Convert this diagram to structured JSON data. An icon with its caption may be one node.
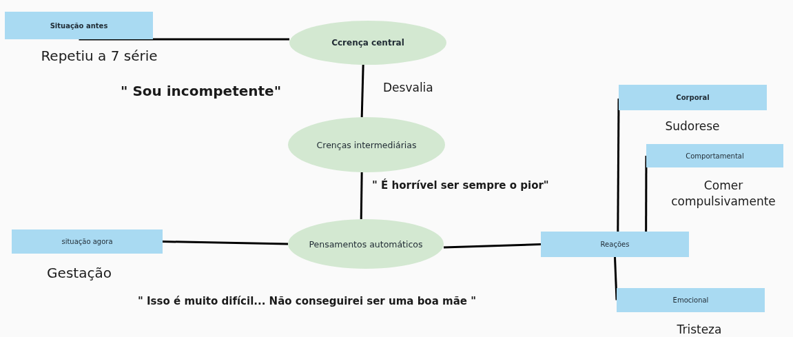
{
  "diagram": {
    "nodes": [
      {
        "text": [
          "Situação antes"
        ],
        "beside": [
          "Repetiu a 7 série"
        ]
      },
      {
        "text": [
          "Ccrença central"
        ]
      },
      {
        "text": [
          "Crenças intermediárias"
        ]
      },
      {
        "text": [
          "situação agora"
        ],
        "beside": [
          "Gestação"
        ]
      },
      {
        "text": [
          "Pensamentos automáticos"
        ]
      },
      {
        "text": [
          "Reações"
        ]
      },
      {
        "text": [
          "Corporal"
        ],
        "beside": [
          "Sudorese"
        ]
      },
      {
        "text": [
          "Comportamental"
        ],
        "beside": [
          "Comer compulsivamente"
        ]
      },
      {
        "text": [
          "Emocional"
        ],
        "beside": [
          "Tristeza"
        ]
      }
    ],
    "edges": [
      {
        "from": 0,
        "to": 1,
        "arrow": "none"
      },
      {
        "from": 1,
        "to": 2,
        "arrow": "none"
      },
      {
        "from": 2,
        "to": 4,
        "arrow": "none"
      },
      {
        "from": 3,
        "to": 4,
        "arrow": "none"
      },
      {
        "from": 4,
        "to": 5,
        "arrow": "none"
      },
      {
        "from": 5,
        "to": 6,
        "arrow": "none"
      },
      {
        "from": 5,
        "to": 7,
        "arrow": "none"
      },
      {
        "from": 5,
        "to": 8,
        "arrow": "none"
      }
    ],
    "labels": [
      "\" Sou incompetente\"",
      "Desvalia",
      "\" É horrível ser sempre o pior\"",
      "\" Isso é muito difícil... Não conseguirei ser uma boa mãe \""
    ]
  }
}
